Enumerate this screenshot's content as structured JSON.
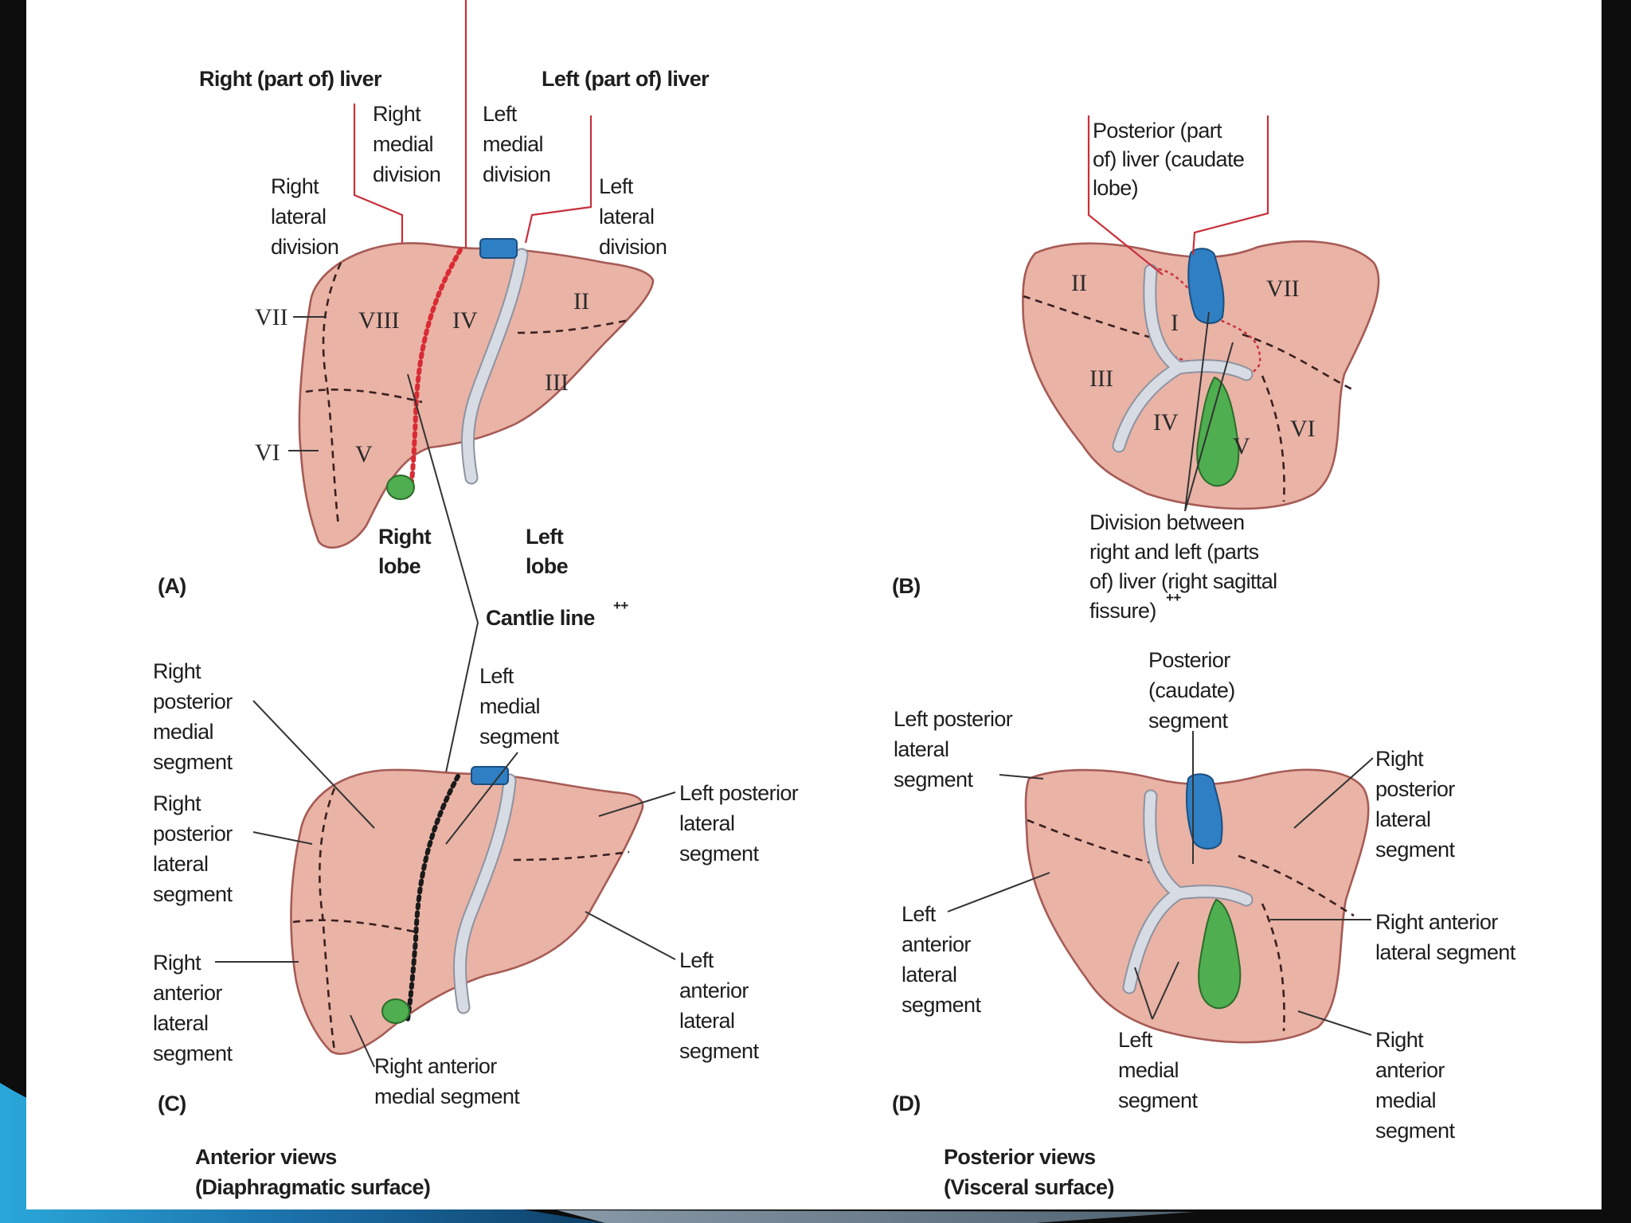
{
  "colors": {
    "liver": "#e9b3a6",
    "outline": "#a65b55",
    "ivc_blue": "#2f7fc4",
    "gallbladder_green": "#4fae4f",
    "fissure_grey": "#d7dbe3",
    "cantlie_red": "#d92b35",
    "background": "#ffffff",
    "slide_dark": "#0d0d0d",
    "slide_accent": "#1b6fa8"
  },
  "panel_a": {
    "tag": "(A)",
    "right_liver": "Right (part of) liver",
    "left_liver": "Left (part of) liver",
    "right_medial_division": [
      "Right",
      "medial",
      "division"
    ],
    "left_medial_division": [
      "Left",
      "medial",
      "division"
    ],
    "right_lateral_division": [
      "Right",
      "lateral",
      "division"
    ],
    "left_lateral_division": [
      "Left",
      "lateral",
      "division"
    ],
    "right_lobe": [
      "Right",
      "lobe"
    ],
    "left_lobe": [
      "Left",
      "lobe"
    ],
    "segments": {
      "vii": "VII",
      "viii": "VIII",
      "iv": "IV",
      "ii": "II",
      "iii": "III",
      "vi": "VI",
      "v": "V"
    }
  },
  "cantlie_line": "Cantlie line",
  "cantlie_mark": "++",
  "panel_b": {
    "tag": "(B)",
    "posterior_part": [
      "Posterior (part",
      "of) liver (caudate",
      "lobe)"
    ],
    "division": [
      "Division between",
      "right and left (parts",
      "of) liver (right sagittal",
      "fissure)"
    ],
    "division_mark": "++",
    "segments": {
      "ii": "II",
      "i": "I",
      "vii": "VII",
      "iii": "III",
      "iv": "IV",
      "v": "V",
      "vi": "VI"
    }
  },
  "panel_c": {
    "tag": "(C)",
    "right_posterior_medial": [
      "Right",
      "posterior",
      "medial",
      "segment"
    ],
    "left_medial_segment": [
      "Left",
      "medial",
      "segment"
    ],
    "right_posterior_lateral": [
      "Right",
      "posterior",
      "lateral",
      "segment"
    ],
    "left_posterior_lateral": [
      "Left posterior",
      "lateral",
      "segment"
    ],
    "right_anterior_lateral": [
      "Right",
      "anterior",
      "lateral",
      "segment"
    ],
    "left_anterior_lateral": [
      "Left",
      "anterior",
      "lateral",
      "segment"
    ],
    "right_anterior_medial": [
      "Right anterior",
      "medial segment"
    ],
    "caption": [
      "Anterior views",
      "(Diaphragmatic surface)"
    ]
  },
  "panel_d": {
    "tag": "(D)",
    "posterior_caudate": [
      "Posterior",
      "(caudate)",
      "segment"
    ],
    "left_posterior_lateral": [
      "Left posterior",
      "lateral",
      "segment"
    ],
    "right_posterior_lateral": [
      "Right",
      "posterior",
      "lateral",
      "segment"
    ],
    "right_anterior_lateral": [
      "Right anterior",
      "lateral segment"
    ],
    "left_anterior_lateral": [
      "Left",
      "anterior",
      "lateral",
      "segment"
    ],
    "left_medial_segment": [
      "Left",
      "medial",
      "segment"
    ],
    "right_anterior_medial": [
      "Right",
      "anterior",
      "medial",
      "segment"
    ],
    "caption": [
      "Posterior views",
      "(Visceral surface)"
    ]
  }
}
